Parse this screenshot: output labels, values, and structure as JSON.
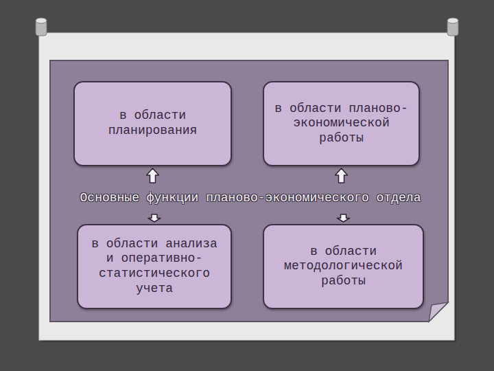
{
  "diagram": {
    "nodes": [
      {
        "text": [
          "в области планирования"
        ]
      },
      {
        "text": [
          "в области планово-экономической работы"
        ]
      },
      {
        "text": [
          "Основные функции планово-экономического отдела"
        ]
      },
      {
        "text": [
          "в области анализа и оперативно-статистического учета"
        ]
      },
      {
        "text": [
          "в области методологической работы"
        ]
      }
    ],
    "edges": [
      {
        "from": 2,
        "to": 0,
        "arrow": "to"
      },
      {
        "from": 2,
        "to": 1,
        "arrow": "to"
      },
      {
        "from": 2,
        "to": 3,
        "arrow": "to"
      },
      {
        "from": 2,
        "to": 4,
        "arrow": "to"
      }
    ]
  }
}
